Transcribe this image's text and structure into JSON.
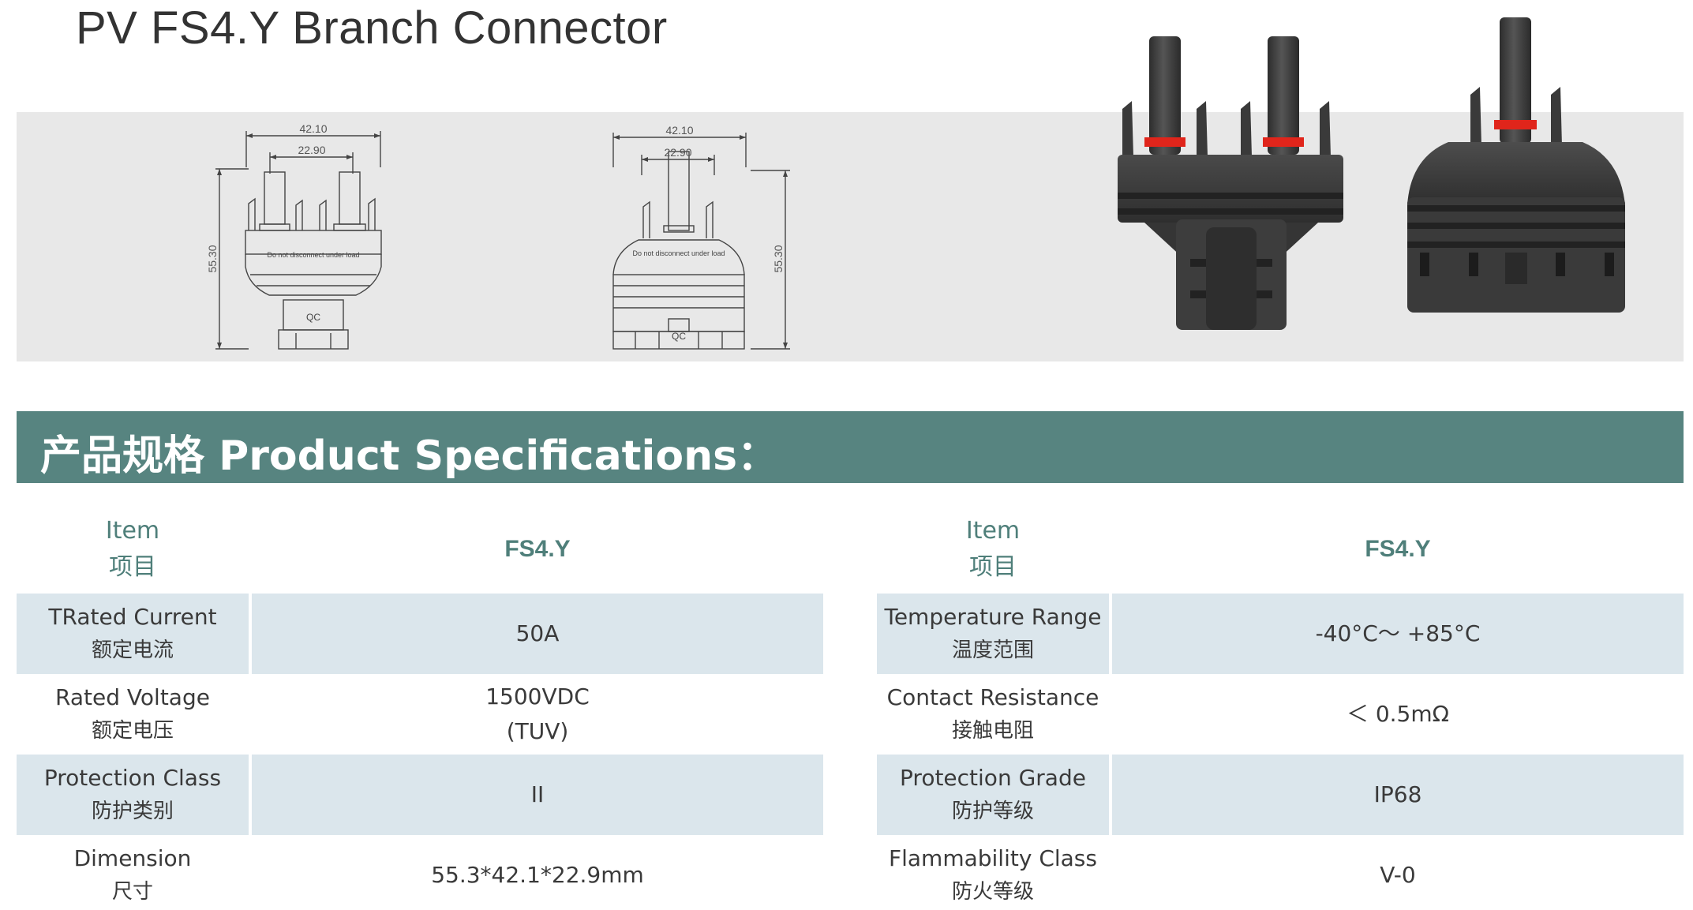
{
  "page": {
    "title": "PV FS4.Y Branch Connector"
  },
  "drawings": {
    "front": {
      "dim_width": "42.10",
      "dim_pitch": "22.90",
      "dim_height": "55.30",
      "warning_text": "Do not disconnect under load",
      "mark": "QC"
    },
    "side": {
      "dim_width": "42.10",
      "dim_pitch": "22.90",
      "dim_height": "55.30",
      "warning_text": "Do not disconnect under load",
      "mark": "QC"
    }
  },
  "specs": {
    "banner_title": "产品规格 Product Specifications：",
    "colors": {
      "banner": "#578480",
      "header_text": "#4f7f7a",
      "row_shade": "#dbe6ec"
    },
    "left": {
      "header_item_en": "Item",
      "header_item_zh": "项目",
      "header_model": "FS4.Y",
      "rows": [
        {
          "label_en": "TRated Current",
          "label_zh": "额定电流",
          "value1": "50A",
          "value2": ""
        },
        {
          "label_en": "Rated Voltage",
          "label_zh": "额定电压",
          "value1": "1500VDC",
          "value2": "(TUV)"
        },
        {
          "label_en": "Protection Class",
          "label_zh": "防护类别",
          "value1": "II",
          "value2": ""
        },
        {
          "label_en": "Dimension",
          "label_zh": "尺寸",
          "value1": "55.3*42.1*22.9mm",
          "value2": ""
        }
      ]
    },
    "right": {
      "header_item_en": "Item",
      "header_item_zh": "项目",
      "header_model": "FS4.Y",
      "rows": [
        {
          "label_en": "Temperature Range",
          "label_zh": "温度范围",
          "value1": "-40°C～ +85°C",
          "value2": ""
        },
        {
          "label_en": "Contact Resistance",
          "label_zh": "接触电阻",
          "value1": "＜ 0.5mΩ",
          "value2": ""
        },
        {
          "label_en": "Protection Grade",
          "label_zh": "防护等级",
          "value1": "IP68",
          "value2": ""
        },
        {
          "label_en": "Flammability Class",
          "label_zh": "防火等级",
          "value1": "V-0",
          "value2": ""
        }
      ]
    }
  }
}
